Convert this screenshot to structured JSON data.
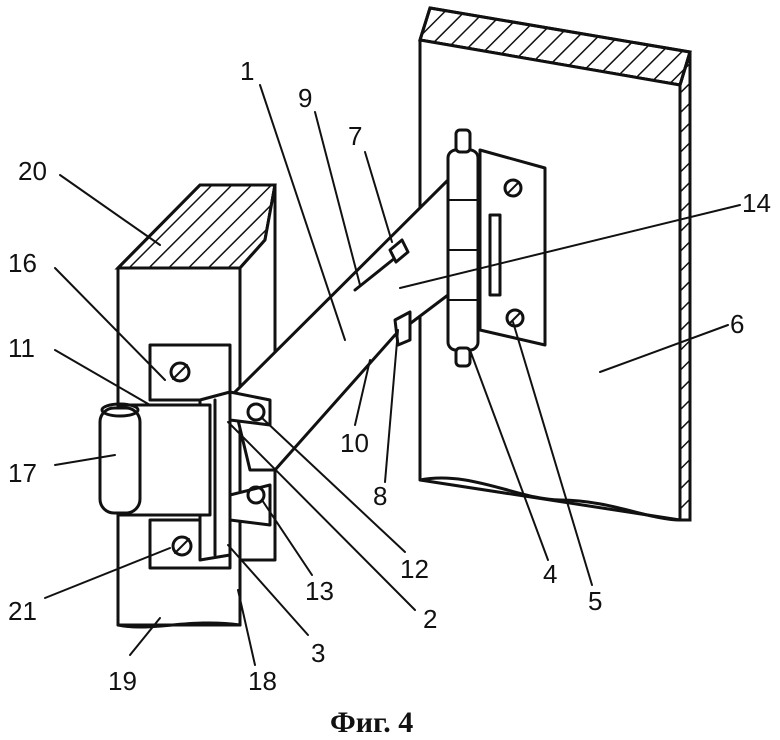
{
  "caption": "Фиг. 4",
  "labels": {
    "l1": "1",
    "l2": "2",
    "l3": "3",
    "l4": "4",
    "l5": "5",
    "l6": "6",
    "l7": "7",
    "l8": "8",
    "l9": "9",
    "l10": "10",
    "l11": "11",
    "l12": "12",
    "l13": "13",
    "l14": "14",
    "l16": "16",
    "l17": "17",
    "l18": "18",
    "l19": "19",
    "l20": "20",
    "l21": "21"
  }
}
